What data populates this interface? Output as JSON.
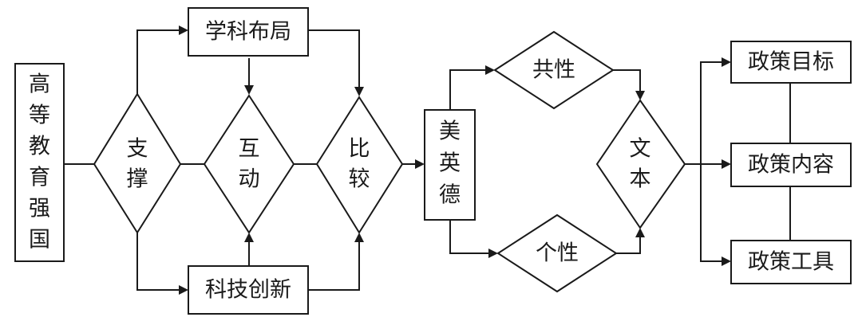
{
  "diagram": {
    "left_box": [
      "高",
      "等",
      "教",
      "育",
      "强",
      "国"
    ],
    "support": [
      "支",
      "撑"
    ],
    "interaction": [
      "互",
      "动"
    ],
    "comparison": [
      "比",
      "较"
    ],
    "top_box": "学科布局",
    "bottom_box": "科技创新",
    "countries": [
      "美",
      "英",
      "德"
    ],
    "commonality": "共性",
    "individuality": "个性",
    "text": [
      "文",
      "本"
    ],
    "outcomes": [
      "政策目标",
      "政策内容",
      "政策工具"
    ]
  }
}
